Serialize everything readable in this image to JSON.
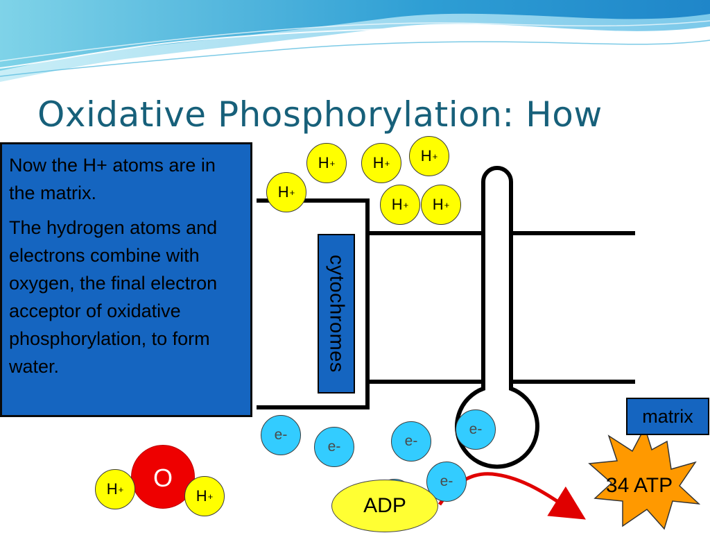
{
  "title": "Oxidative Phosphorylation:  How",
  "textbox": {
    "line1": "Now the H+ atoms are in the matrix.",
    "line2": "The hydrogen atoms and electrons combine with oxygen, the final electron acceptor of oxidative phosphorylation, to form water."
  },
  "labels": {
    "cytochromes": "cytochromes",
    "matrix": "matrix",
    "adp": "ADP",
    "atp": "34 ATP",
    "oxygen": "O",
    "hydrogen": "H",
    "plus": "+",
    "electron": "e-"
  },
  "colors": {
    "title": "#17607a",
    "box_blue": "#1565c0",
    "hydrogen_ion": "#ffff00",
    "electron": "#33ccff",
    "oxygen": "#ee0000",
    "atp_star": "#ff9900",
    "arrow": "#e00000"
  },
  "icons": {
    "arrow": "curved-arrow-right",
    "atp": "starburst"
  }
}
